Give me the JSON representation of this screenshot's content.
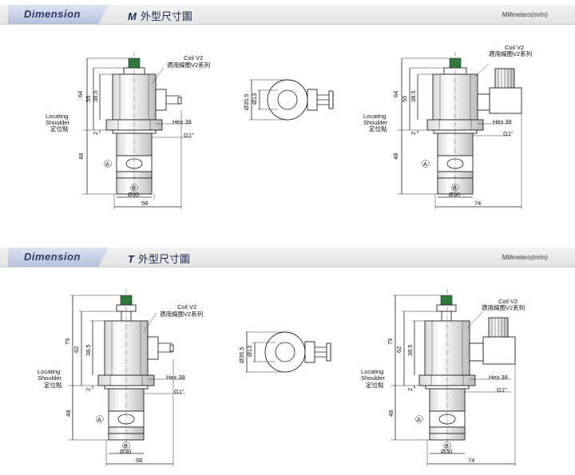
{
  "sections": [
    {
      "tab_label": "Dimension",
      "series_letter": "M",
      "series_title": "外型尺寸圖",
      "unit": "Millmeters(m/m)",
      "left_view": {
        "coil_label": "Coil V2",
        "coil_cn": "適用線圈V2系列",
        "locating_1": "Locating",
        "locating_2": "Shoulder",
        "locating_cn": "定位點",
        "hex": "Hex 38",
        "thread": "G1\"",
        "dim_total": "64",
        "dim_coil": "55",
        "dim_coil_inner": "38.5",
        "dim_shoulder": "2",
        "dim_lower": "48",
        "port_a": "A",
        "port_b": "B",
        "dia": "Ø30",
        "width": "58"
      },
      "top_view": {
        "dia_outer": "Ø35.5",
        "dia_inner": "Ø13"
      },
      "right_view": {
        "coil_label": "Coil V2",
        "coil_cn": "適用線圈V2系列",
        "locating_1": "Locating",
        "locating_2": "Shoulder",
        "locating_cn": "定位點",
        "hex": "Hex 38",
        "thread": "G1\"",
        "dim_total": "64",
        "dim_coil": "55",
        "dim_coil_inner": "38.5",
        "dim_shoulder": "2",
        "dim_lower": "48",
        "port_a": "A",
        "port_b": "B",
        "dia": "Ø30",
        "width": "74"
      }
    },
    {
      "tab_label": "Dimension",
      "series_letter": "T",
      "series_title": "外型尺寸圖",
      "unit": "Millmeters(m/m)",
      "left_view": {
        "coil_label": "Coil V2",
        "coil_cn": "適用線圈V2系列",
        "locating_1": "Locating",
        "locating_2": "Shoulder",
        "locating_cn": "定位點",
        "hex": "Hex 38",
        "thread": "G1\"",
        "dim_total": "79",
        "dim_coil": "62",
        "dim_coil_inner": "38.5",
        "dim_shoulder": "2",
        "dim_lower": "48",
        "port_a": "A",
        "port_b": "B",
        "dia": "Ø30",
        "width": "58"
      },
      "top_view": {
        "dia_outer": "Ø35.5",
        "dia_inner": "Ø13"
      },
      "right_view": {
        "coil_label": "Coil V2",
        "coil_cn": "適用線圈V2系列",
        "locating_1": "Locating",
        "locating_2": "Shoulder",
        "locating_cn": "定位點",
        "hex": "Hex 38",
        "thread": "G1\"",
        "dim_total": "79",
        "dim_coil": "62",
        "dim_coil_inner": "38.5",
        "dim_shoulder": "2",
        "dim_lower": "48",
        "port_a": "A",
        "port_b": "B",
        "dia": "Ø30",
        "width": "74"
      }
    }
  ]
}
